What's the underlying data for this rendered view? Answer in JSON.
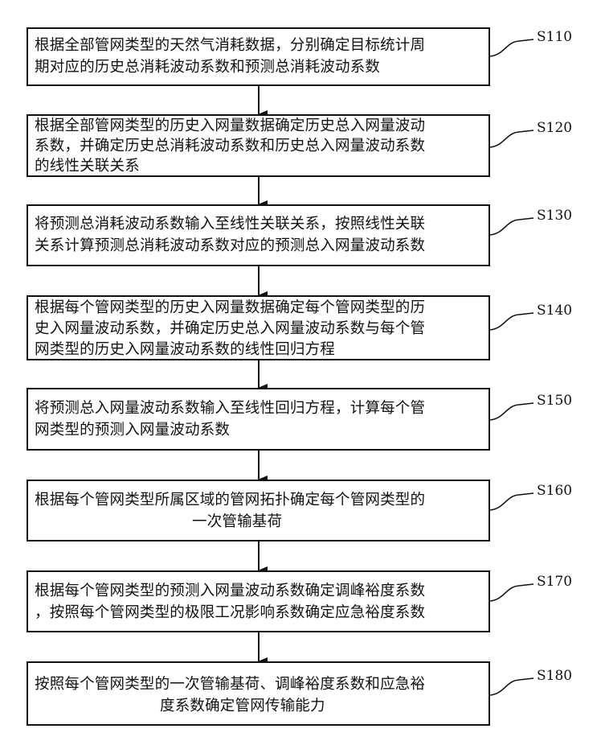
{
  "steps": [
    {
      "label": "S110",
      "lines": [
        "根据全部管网类型的天然气消耗数据，分别确定目标统计周",
        "期对应的历史总消耗波动系数和预测总消耗波动系数"
      ]
    },
    {
      "label": "S120",
      "lines": [
        "根据全部管网类型的历史入网量数据确定历史总入网量波动",
        "系数，并确定历史总消耗波动系数和历史总入网量波动系数",
        "的线性关联关系"
      ]
    },
    {
      "label": "S130",
      "lines": [
        "将预测总消耗波动系数输入至线性关联关系，按照线性关联",
        "关系计算预测总消耗波动系数对应的预测总入网量波动系数"
      ]
    },
    {
      "label": "S140",
      "lines": [
        "根据每个管网类型的历史入网量数据确定每个管网类型的历",
        "史入网量波动系数，并确定历史总入网量波动系数与每个管",
        "网类型的历史入网量波动系数的线性回归方程"
      ]
    },
    {
      "label": "S150",
      "lines": [
        "将预测总入网量波动系数输入至线性回归方程，计算每个管",
        "网类型的预测入网量波动系数"
      ]
    },
    {
      "label": "S160",
      "lines": [
        "根据每个管网类型所属区域的管网拓扑确定每个管网类型的",
        "一次管输基荷"
      ]
    },
    {
      "label": "S170",
      "lines": [
        "根据每个管网类型的预测入网量波动系数确定调峰裕度系数",
        "，按照每个管网类型的极限工况影响系数确定应急裕度系数"
      ]
    },
    {
      "label": "S180",
      "lines": [
        "按照每个管网类型的一次管输基荷、调峰裕度系数和应急裕",
        "度系数确定管网传输能力"
      ]
    }
  ]
}
